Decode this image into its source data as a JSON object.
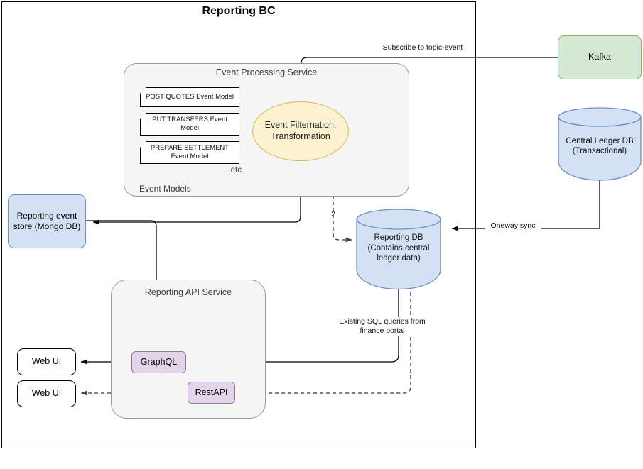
{
  "diagram": {
    "title": "Reporting BC",
    "type": "architecture-diagram"
  },
  "containers": {
    "boundary": {
      "label": "Reporting BC"
    },
    "event_processing_service": {
      "label": "Event Processing Service",
      "group_label": "Event Models",
      "etc_label": "...etc"
    },
    "reporting_api_service": {
      "label": "Reporting API Service"
    }
  },
  "event_models": [
    {
      "label": "POST QUOTES Event Model"
    },
    {
      "label": "PUT TRANSFERS Event Model"
    },
    {
      "label": "PREPARE SETTLEMENT Event Model"
    }
  ],
  "nodes": {
    "transformation": {
      "label": "Event Filternation, Transformation",
      "fill": "#fdf2d0",
      "stroke": "#d6b656"
    },
    "kafka": {
      "label": "Kafka",
      "fill": "#d5e8d4",
      "stroke": "#82b366"
    },
    "central_ledger_db": {
      "label": "Central Ledger DB (Transactional)",
      "fill": "#d4e1f5",
      "stroke": "#6c8ebf"
    },
    "reporting_db": {
      "label": "Reporting DB (Contains central ledger data)",
      "fill": "#d4e1f5",
      "stroke": "#6c8ebf"
    },
    "reporting_event_store": {
      "label": "Reporting event store (Mongo DB)",
      "fill": "#d4e1f5",
      "stroke": "#6c8ebf"
    },
    "graphql": {
      "label": "GraphQL",
      "fill": "#e1d5e7",
      "stroke": "#9673a6"
    },
    "restapi": {
      "label": "RestAPI",
      "fill": "#e1d5e7",
      "stroke": "#9673a6"
    },
    "web_ui_top": {
      "label": "Web UI",
      "fill": "#ffffff",
      "stroke": "#000000"
    },
    "web_ui_bottom": {
      "label": "Web UI",
      "fill": "#ffffff",
      "stroke": "#000000"
    }
  },
  "edge_labels": {
    "subscribe": "Subscribe to topic-event",
    "oneway_sync": "Oneway sync",
    "sql_queries": "Existing SQL queries from finance portal",
    "step_two": "2"
  }
}
